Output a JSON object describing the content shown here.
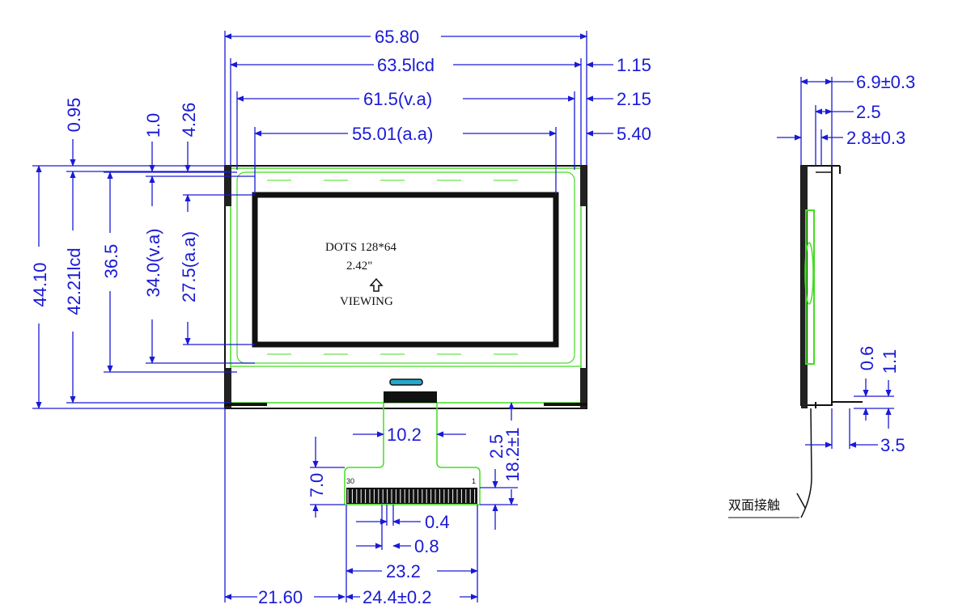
{
  "drawing": {
    "module_text": {
      "dots": "DOTS 128*64",
      "size": "2.42\"",
      "viewing": "VIEWING"
    },
    "dims_top": {
      "overall": "65.80",
      "lcd": "63.5lcd",
      "va": "61.5(v.a)",
      "aa": "55.01(a.a)",
      "r1": "1.15",
      "r2": "2.15",
      "r3": "5.40"
    },
    "dims_left": {
      "overall": "44.10",
      "lcd": "42.21lcd",
      "h365": "36.5",
      "va": "34.0(v.a)",
      "aa": "27.5(a.a)",
      "t095": "0.95",
      "t10": "1.0",
      "t426": "4.26"
    },
    "dims_fpc": {
      "neck": "10.2",
      "pad_h": "7.0",
      "d25": "2.5",
      "len": "18.2±1",
      "pitch": "0.4",
      "p08": "0.8",
      "span": "23.2",
      "width": "24.4±0.2",
      "offset": "21.60",
      "pin_first": "30",
      "pin_last": "1"
    },
    "dims_side": {
      "thick": "6.9±0.3",
      "d25": "2.5",
      "d28": "2.8±0.3",
      "d06": "0.6",
      "d11": "1.1",
      "d35": "3.5",
      "note": "双面接触"
    }
  },
  "colors": {
    "dimension": "#1a1ad6",
    "outline": "#1a1a1a",
    "bezel": "#44dd22"
  }
}
